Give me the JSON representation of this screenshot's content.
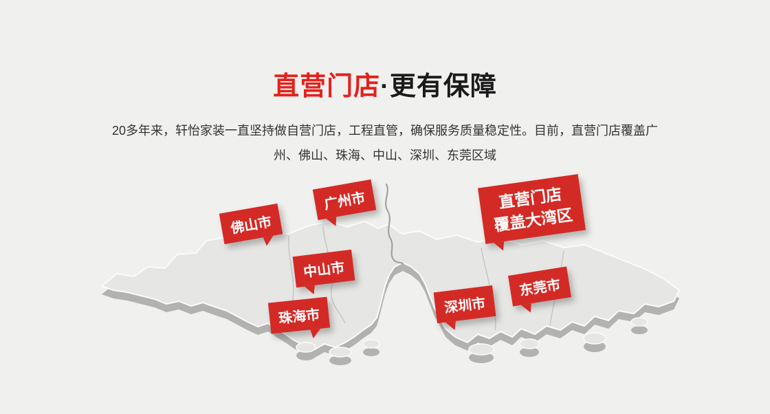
{
  "header": {
    "title_red": "直营门店",
    "title_rest": "·更有保障",
    "desc_line1": "20多年来，轩怡家装一直坚持做自营门店，工程直管，确保服务质量稳定性。目前，直营门店覆盖广",
    "desc_line2": "州、佛山、珠海、中山、深圳、东莞区域"
  },
  "map": {
    "badge": {
      "line1": "直营门店",
      "line2": "覆盖大湾区"
    },
    "labels": [
      {
        "id": "foshan",
        "text": "佛山市"
      },
      {
        "id": "guangzhou",
        "text": "广州市"
      },
      {
        "id": "zhongshan",
        "text": "中山市"
      },
      {
        "id": "zhuhai",
        "text": "珠海市"
      },
      {
        "id": "shenzhen",
        "text": "深圳市"
      },
      {
        "id": "dongguan",
        "text": "东莞市"
      }
    ]
  },
  "colors": {
    "background": "#f0f0ee",
    "title_red": "#e2221c",
    "title_dark": "#1b1b1b",
    "tag_red": "#d42a26",
    "map_top": "#e6e6e4",
    "map_side": "#b2b2b0",
    "river": "#a2a2a0"
  }
}
